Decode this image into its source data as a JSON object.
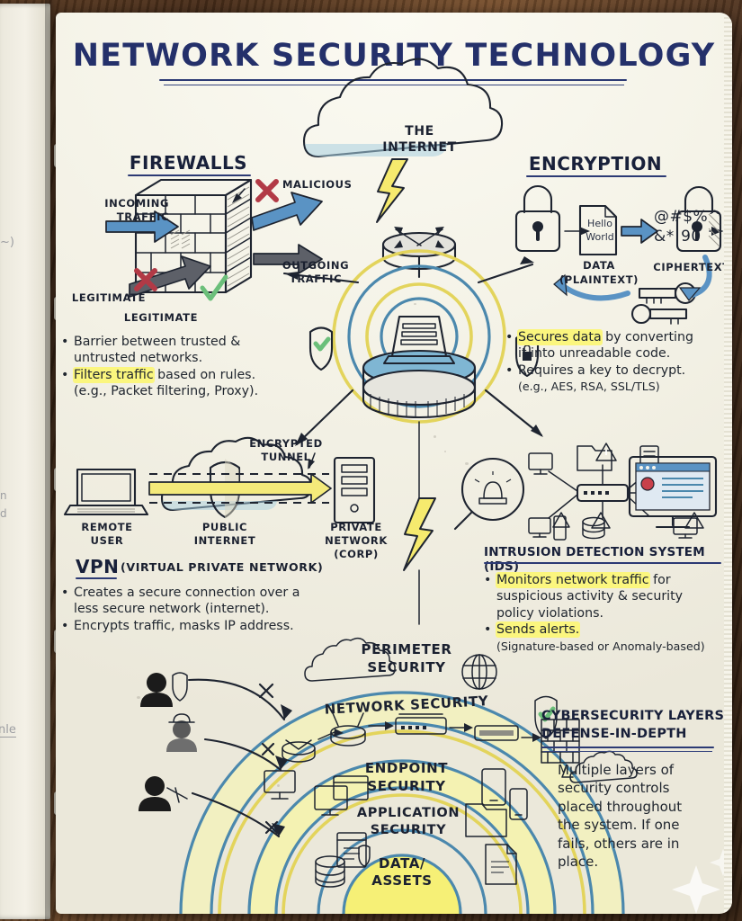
{
  "page": {
    "title": "NETWORK SECURITY TECHNOLOGY"
  },
  "center": {
    "cloud_line1": "THE",
    "cloud_line2": "INTERNET"
  },
  "firewalls": {
    "heading": "FIREWALLS",
    "labels": {
      "incoming_l1": "INCOMING",
      "incoming_l2": "TRAFFIC",
      "malicious": "MALICIOUS",
      "outgoing_l1": "OUTGOING",
      "outgoing_l2": "TRAFFIC",
      "legitimate_blocked": "LEGITIMATE",
      "legitimate_allowed": "LEGITIMATE"
    },
    "bullets": [
      {
        "pre": "Barrier between trusted &",
        "hl": "",
        "post": ""
      },
      {
        "pre": "untrusted networks.",
        "hl": "",
        "post": "",
        "cont": true
      },
      {
        "pre": "",
        "hl": "Filters traffic",
        "post": " based on rules."
      },
      {
        "pre": "(e.g., Packet filtering, Proxy).",
        "hl": "",
        "post": "",
        "cont": true
      }
    ]
  },
  "encryption": {
    "heading": "ENCRYPTION",
    "plaintext_doc_l1": "Hello",
    "plaintext_doc_l2": "World",
    "data_l1": "DATA",
    "data_l2": "(PLAINTEXT)",
    "ciphertext_l1": "@#$%^",
    "ciphertext_l2": "&*!90",
    "ciphertext_label": "CIPHERTEXT",
    "bullets": [
      {
        "pre": "",
        "hl": "Secures data",
        "post": " by converting"
      },
      {
        "pre": "it into unreadable code.",
        "hl": "",
        "post": "",
        "cont": true
      },
      {
        "pre": "Requires a key to decrypt.",
        "hl": "",
        "post": ""
      },
      {
        "pre": "(e.g., AES, RSA, SSL/TLS)",
        "hl": "",
        "post": "",
        "cont": true
      }
    ]
  },
  "vpn": {
    "heading": "VPN",
    "heading_sub": "(VIRTUAL PRIVATE NETWORK)",
    "labels": {
      "remote_l1": "REMOTE",
      "remote_l2": "USER",
      "public_l1": "PUBLIC",
      "public_l2": "INTERNET",
      "private_l1": "PRIVATE",
      "private_l2": "NETWORK",
      "private_l3": "(CORP)",
      "tunnel_l1": "ENCRYPTED",
      "tunnel_l2": "TUNNEL"
    },
    "bullets": [
      {
        "pre": "Creates a secure connection over a",
        "hl": "",
        "post": ""
      },
      {
        "pre": "less secure network (internet).",
        "hl": "",
        "post": "",
        "cont": true
      },
      {
        "pre": "Encrypts traffic, masks IP address.",
        "hl": "",
        "post": ""
      }
    ]
  },
  "ids": {
    "heading": "INTRUSION DETECTION SYSTEM (IDS)",
    "bullets": [
      {
        "pre": "",
        "hl": "Monitors network traffic",
        "post": " for"
      },
      {
        "pre": "suspicious activity & security",
        "hl": "",
        "post": "",
        "cont": true
      },
      {
        "pre": "policy violations.",
        "hl": "",
        "post": "",
        "cont": true
      },
      {
        "pre": "",
        "hl": "Sends alerts.",
        "post": ""
      },
      {
        "pre": "(Signature-based or Anomaly-based)",
        "hl": "",
        "post": "",
        "cont": true
      }
    ]
  },
  "layers": {
    "heading_l1": "CYBERSECURITY LAYERS/",
    "heading_l2": "DEFENSE-IN-DEPTH",
    "body_lines": [
      "Multiple layers of",
      "security controls",
      "placed throughout",
      "the system. If one",
      "fails, others are in",
      "place."
    ],
    "rings": [
      {
        "l1": "PERIMETER",
        "l2": "SECURITY"
      },
      {
        "l1": "NETWORK SECURITY",
        "l2": ""
      },
      {
        "l1": "ENDPOINT",
        "l2": "SECURITY"
      },
      {
        "l1": "APPLICATION",
        "l2": "SECURITY"
      },
      {
        "l1": "DATA/",
        "l2": "ASSETS"
      }
    ]
  },
  "prev_page_ghost": [
    "~)",
    "n",
    "d",
    "nle"
  ],
  "colors": {
    "paper": "#f3f1e5",
    "ink": "#1d2330",
    "title_blue": "#24306a",
    "highlight": "#fbf67e",
    "accent_blue": "#4b88ad",
    "accent_yellow": "#e3d45c",
    "alert_red": "#c8404a",
    "desk": "#4a2f1b"
  }
}
